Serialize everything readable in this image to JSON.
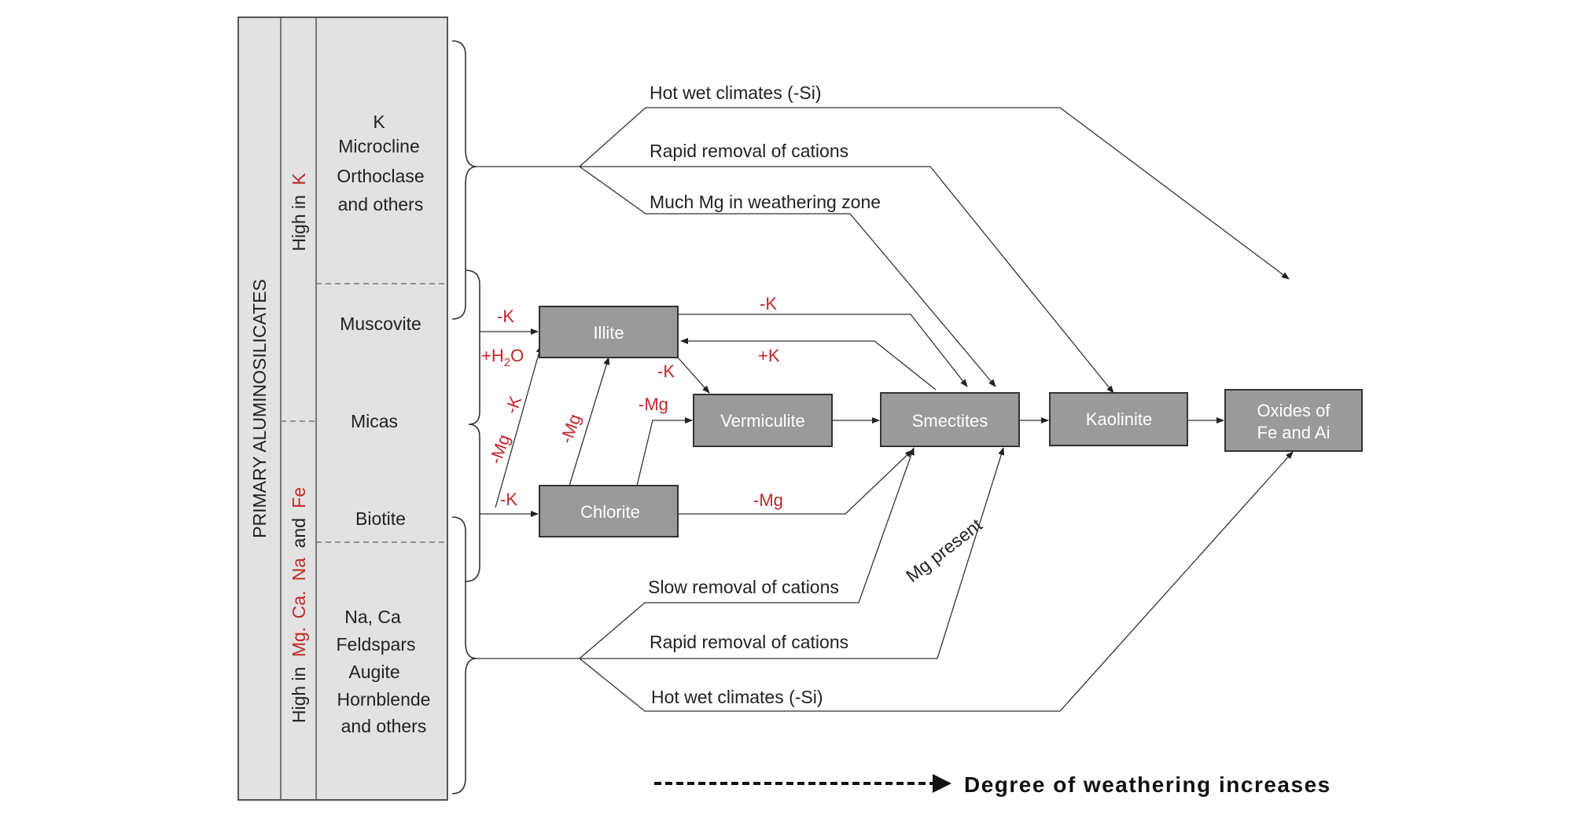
{
  "left_panel": {
    "header": "PRIMARY ALUMINOSILICATES",
    "group_top": {
      "prefix": "High in",
      "elements": [
        "K"
      ]
    },
    "group_bottom": {
      "prefix": "High in",
      "elements": [
        "Mg.",
        "Ca.",
        "Na",
        "and",
        "Fe"
      ]
    },
    "minerals": {
      "k_group": [
        "K",
        "Microcline",
        "Orthoclase",
        "and others"
      ],
      "muscovite": "Muscovite",
      "micas": "Micas",
      "biotite": "Biotite",
      "naca_group": [
        "Na, Ca",
        "Feldspars",
        "Augite",
        "Hornblende",
        "and others"
      ]
    }
  },
  "boxes": {
    "illite": "Illite",
    "chlorite": "Chlorite",
    "vermiculite": "Vermiculite",
    "smectites": "Smectites",
    "kaolinite": "Kaolinite",
    "oxides": [
      "Oxides of",
      "Fe and Ai"
    ]
  },
  "pathways": {
    "top_hot_wet": "Hot wet climates  (-Si)",
    "top_rapid": "Rapid removal of cations",
    "top_much_mg": "Much Mg in weathering zone",
    "bottom_slow": "Slow removal of cations",
    "bottom_rapid": "Rapid removal of cations",
    "bottom_hot_wet": "Hot wet climates  (-Si)",
    "mg_present": "Mg present"
  },
  "reactions": {
    "muscovite_minus_k": "-K",
    "h2o_prefix": "+H",
    "h2o_sub": "2",
    "h2o_suffix": "O",
    "biotite_mg": "-Mg",
    "biotite_k": "-K",
    "biotite_to_chlorite": "-K",
    "chlorite_to_illite": "-Mg",
    "chlorite_to_vermiculite": "-Mg",
    "illite_to_vermiculite": "-K",
    "illite_to_smectites": "-K",
    "smectites_to_illite": "+K",
    "chlorite_to_smectites": "-Mg"
  },
  "legend": {
    "text": "Degree of weathering increases"
  },
  "colors": {
    "box_fill": "#9a9a9a",
    "panel_fill": "#e2e2e2",
    "accent_red": "#c0282d",
    "line": "#333333"
  }
}
